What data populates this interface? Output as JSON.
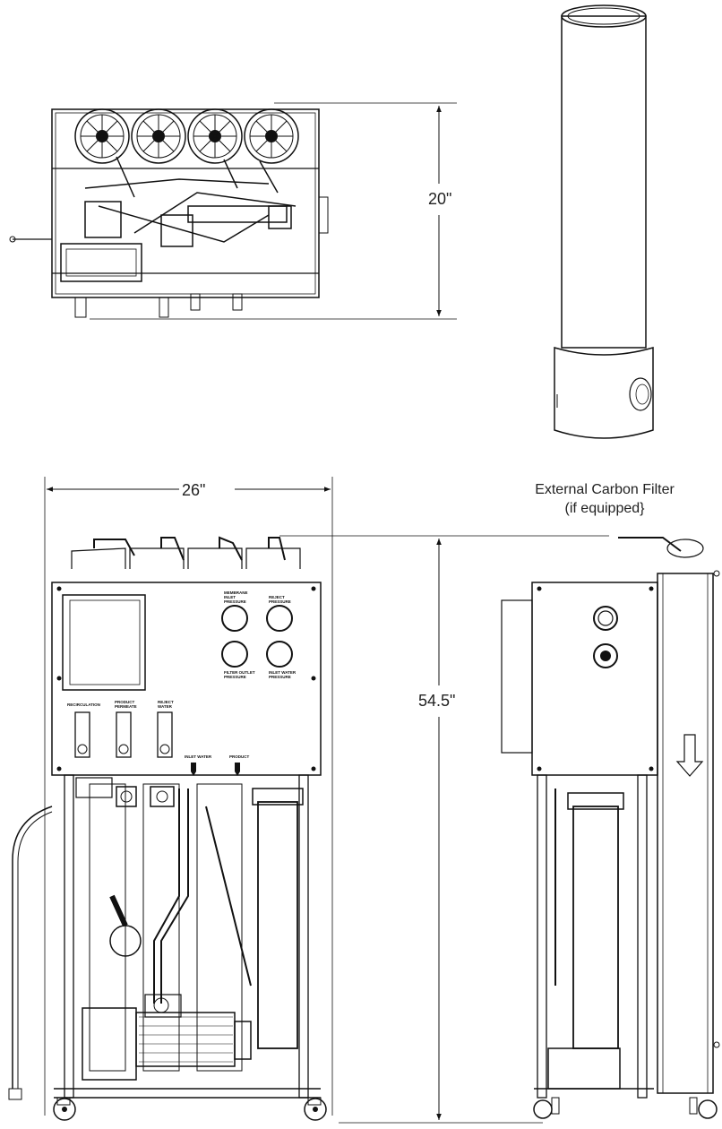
{
  "dimensions": {
    "depth": "20\"",
    "width": "26\"",
    "height": "54.5\""
  },
  "filter_caption": {
    "line1": "External Carbon Filter",
    "line2": "(if equipped}"
  },
  "panel_labels": {
    "membrane_inlet": [
      "MEMBRANE",
      "INLET",
      "PRESSURE"
    ],
    "reject_pressure": [
      "REJECT",
      "PRESSURE"
    ],
    "filter_outlet": [
      "FILTER OUTLET",
      "PRESSURE"
    ],
    "inlet_water_pressure": [
      "INLET WATER",
      "PRESSURE"
    ],
    "recirculation": "RECIRCULATION",
    "product_permeate": [
      "PRODUCT",
      "PERMEATE"
    ],
    "reject_water": [
      "REJECT",
      "WATER"
    ],
    "inlet_water": "INLET WATER",
    "product": "PRODUCT"
  }
}
